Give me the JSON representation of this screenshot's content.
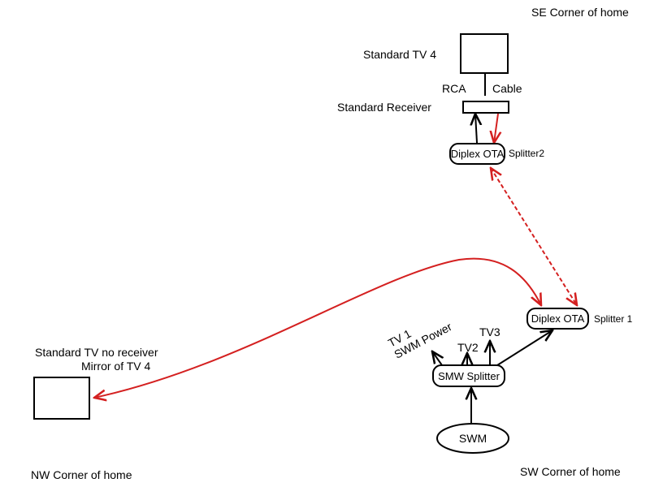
{
  "corners": {
    "se": "SE Corner of home",
    "nw": "NW Corner of home",
    "sw": "SW Corner of home"
  },
  "tv4": {
    "label": "Standard TV 4"
  },
  "connection": {
    "rca": "RCA",
    "cable": "Cable"
  },
  "receiver": {
    "label": "Standard Receiver"
  },
  "splitter2": {
    "box_text": "Diplex OTA",
    "label": "Splitter2"
  },
  "splitter1": {
    "box_text": "Diplex OTA",
    "label": "Splitter 1"
  },
  "tv_no_receiver": {
    "line1": "Standard TV no receiver",
    "line2": "Mirror of TV 4"
  },
  "outputs": {
    "tv1": "TV 1",
    "swm_power": "SWM Power",
    "tv2": "TV2",
    "tv3": "TV3"
  },
  "smw_splitter": {
    "label": "SMW Splitter"
  },
  "swm": {
    "label": "SWM"
  },
  "colors": {
    "signal_red": "#d42020",
    "line_black": "#000000",
    "background": "#ffffff"
  }
}
